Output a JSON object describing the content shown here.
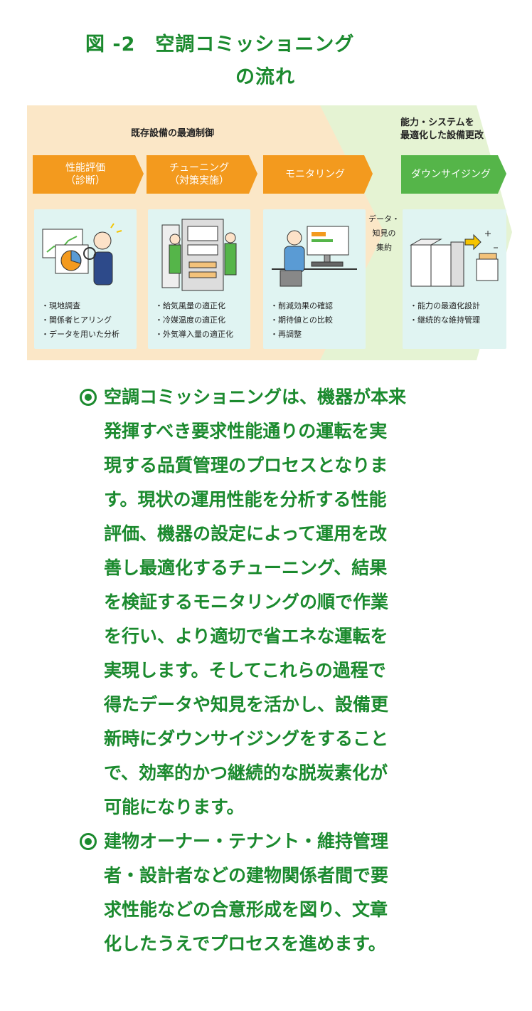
{
  "title": {
    "line1": "図 -2　空調コミッショニング",
    "line2": "の流れ"
  },
  "diagram": {
    "section_existing": "既存設備の最適制御",
    "section_optimize_line1": "能力・システムを",
    "section_optimize_line2": "最適化した設備更改",
    "steps": [
      {
        "line1": "性能評価",
        "line2": "（診断）"
      },
      {
        "line1": "チューニング",
        "line2": "（対策実施）"
      },
      {
        "line1": "モニタリング",
        "line2": ""
      },
      {
        "line1": "ダウンサイジング",
        "line2": ""
      }
    ],
    "cards": [
      {
        "items": [
          "現地調査",
          "関係者ヒアリング",
          "データを用いた分析"
        ]
      },
      {
        "items": [
          "給気風量の適正化",
          "冷媒温度の適正化",
          "外気導入量の適正化"
        ]
      },
      {
        "items": [
          "削減効果の確認",
          "期待値との比較",
          "再調整"
        ]
      },
      {
        "items": [
          "能力の最適化設計",
          "継続的な維持管理"
        ]
      }
    ],
    "data_note": [
      "データ・",
      "知見の",
      "集約"
    ],
    "colors": {
      "existing_bg": "#fbe7c7",
      "optimize_bg": "#e5f3d3",
      "orange": "#f39a1e",
      "green": "#55b549",
      "card": "#e0f4f2"
    }
  },
  "body": {
    "color": "#1b8a2e",
    "bullets": [
      {
        "lines": [
          "空調コミッショニングは、機器が本来",
          "発揮すべき要求性能通りの運転を実",
          "現する品質管理のプロセスとなりま",
          "す。現状の運用性能を分析する性能",
          "評価、機器の設定によって運用を改",
          "善し最適化するチューニング、結果",
          "を検証するモニタリングの順で作業",
          "を行い、より適切で省エネな運転を",
          "実現します。そしてこれらの過程で",
          "得たデータや知見を活かし、設備更",
          "新時にダウンサイジングをすること",
          "で、効率的かつ継続的な脱炭素化が",
          "可能になります。"
        ]
      },
      {
        "lines": [
          "建物オーナー・テナント・維持管理",
          "者・設計者などの建物関係者間で要",
          "求性能などの合意形成を図り、文章",
          "化したうえでプロセスを進めます。"
        ]
      }
    ]
  }
}
